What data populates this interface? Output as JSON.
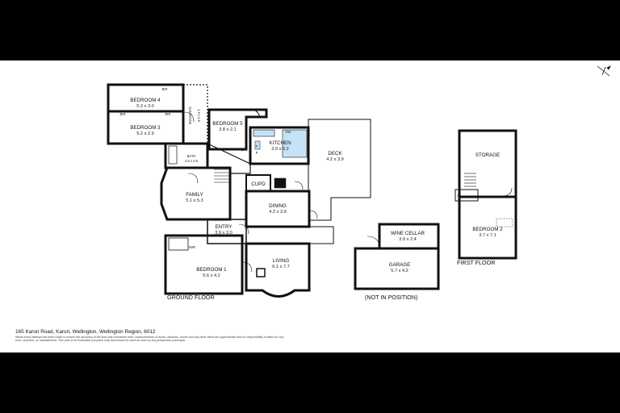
{
  "rooms": {
    "bedroom4": {
      "name": "BEDROOM 4",
      "dim": "5.2 x 3.0"
    },
    "bedroom3": {
      "name": "BEDROOM 3",
      "dim": "5.2 x 2.9"
    },
    "sunroom": {
      "name": "SUNROOM",
      "dim": "1.9 x 4.5"
    },
    "bedroom5": {
      "name": "BEDROOM 5",
      "dim": "3.8 x 2.1"
    },
    "kitchen": {
      "name": "KITCHEN",
      "dim": "3.9 x 6.2"
    },
    "deck": {
      "name": "DECK",
      "dim": "4.2 x 3.9"
    },
    "bath": {
      "name": "BATH",
      "dim": "2.6 x 2.6"
    },
    "family": {
      "name": "FAMILY",
      "dim": "5.1 x 5.3"
    },
    "dining": {
      "name": "DINING",
      "dim": "4.2 x 3.9"
    },
    "entry": {
      "name": "ENTRY",
      "dim": "3.9 x 3.0"
    },
    "living": {
      "name": "LIVING",
      "dim": "6.1 x 7.7"
    },
    "bedroom1": {
      "name": "BEDROOM 1",
      "dim": "5.6 x 4.2"
    },
    "wine_cellar": {
      "name": "WINE CELLAR",
      "dim": "3.9 x 2.4"
    },
    "garage": {
      "name": "GARAGE",
      "dim": "5.7 x 4.2"
    },
    "storage": {
      "name": "STORAGE"
    },
    "bedroom2": {
      "name": "BEDROOM 2",
      "dim": "3.7 x 7.1"
    }
  },
  "marks": {
    "bir": "BIR",
    "cupd": "CUPD",
    "dw": "DW",
    "f": "F",
    "p": "P",
    "wir": "WIR",
    "c": "C"
  },
  "captions": {
    "ground_floor": "GROUND FLOOR",
    "first_floor": "FIRST FLOOR",
    "not_in_position": "(NOT IN POSITION)"
  },
  "address": "165 Karori Road, Karori, Wellington, Wellington Region, 6012",
  "disclaimer": "Whilst every attempt has been made to ensure the accuracy of the floor plan contained here, measurements of doors, windows, rooms and any other items are approximate and no responsibility is taken for any error, omission, or misstatement. This plan is for illustrative purposes only and should be used as such by any prospective purchaser.",
  "colors": {
    "wall": "#111111",
    "kitchen_bench": "#c5e3f6",
    "background": "#ffffff",
    "letterbox": "#000000"
  }
}
